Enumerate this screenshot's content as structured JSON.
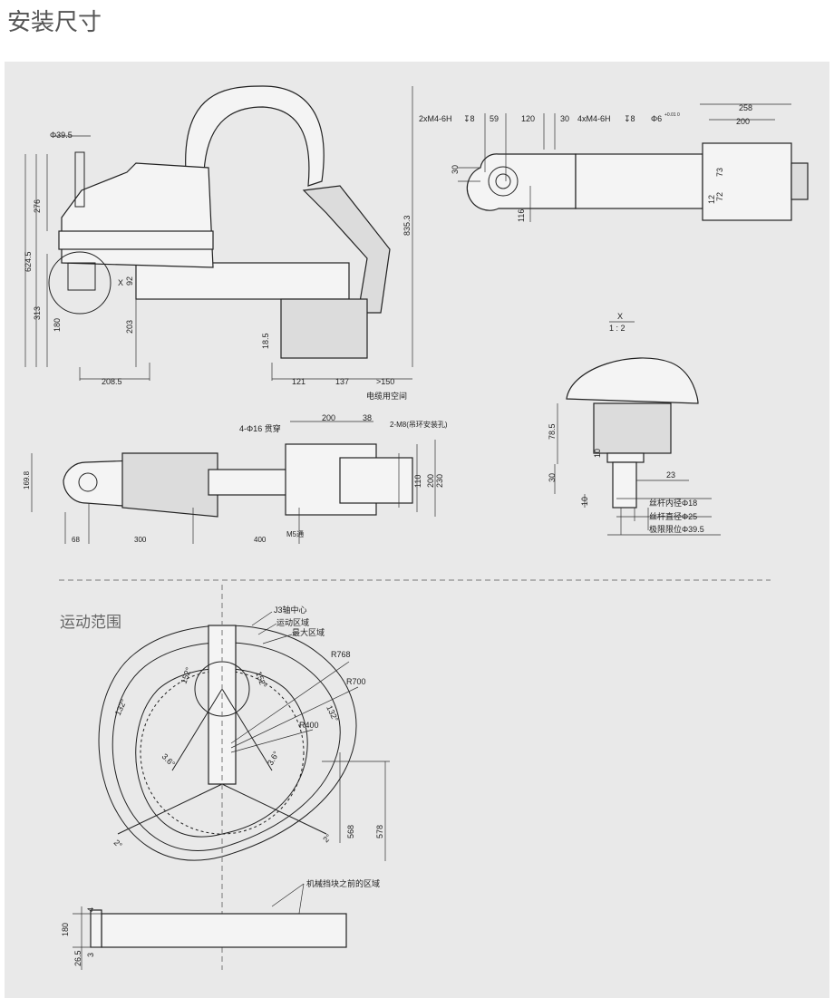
{
  "title": "安装尺寸",
  "side_view": {
    "d_top": "Φ39.5",
    "h276": "276",
    "h624": "624.5",
    "h313": "313",
    "h180": "180",
    "h92": "92",
    "x_mark": "X",
    "h203": "203",
    "h18": "18.5",
    "h835": "835.3",
    "w208": "208.5",
    "w121": "121",
    "w137": "137",
    "w150": ">150",
    "cable": "电缆用空间"
  },
  "top_view": {
    "m4a": "2xM4-6H",
    "depth_a": "↧8",
    "w59": "59",
    "w120": "120",
    "w30": "30",
    "m4b": "4xM4-6H",
    "depth_b": "↧8",
    "phi6": "Φ6",
    "tol": "+0.01 0",
    "w258": "258",
    "w200": "200",
    "h30": "30",
    "h116": "116",
    "h73": "73",
    "h72": "72",
    "h12": "12"
  },
  "detail_x": {
    "label": "X",
    "scale": "1 : 2",
    "h78": "78.5",
    "h10a": "10",
    "h30": "30",
    "h10b": "10",
    "w23": "23",
    "inner": "丝杆内径Φ18",
    "outer": "丝杆直径Φ25",
    "limit": "极限限位Φ39.5"
  },
  "plan_view": {
    "holes": "4-Φ16 贯穿",
    "w200": "200",
    "w38": "38",
    "m8": "2-M8(吊环安装孔)",
    "h169": "169.8",
    "h110": "110",
    "h200": "200",
    "h230": "230",
    "w68": "68",
    "w300": "300",
    "w400": "400",
    "m5": "M5通"
  },
  "motion": {
    "title": "运动范围",
    "j3": "J3轴中心",
    "motion_area": "运动区域",
    "max_area": "最大区域",
    "r768": "R768",
    "r700": "R700",
    "r400": "R400",
    "a152a": "152°",
    "a152b": "152°",
    "a132a": "132°",
    "a132b": "132°",
    "a36a": "3.6°",
    "a36b": "3.6°",
    "a2a": "2°",
    "a2b": "2°",
    "h568": "568",
    "h578": "578",
    "stopper": "机械挡块之前的区域",
    "h4": "4",
    "h180": "180",
    "h3": "3",
    "h265": "26.5"
  }
}
